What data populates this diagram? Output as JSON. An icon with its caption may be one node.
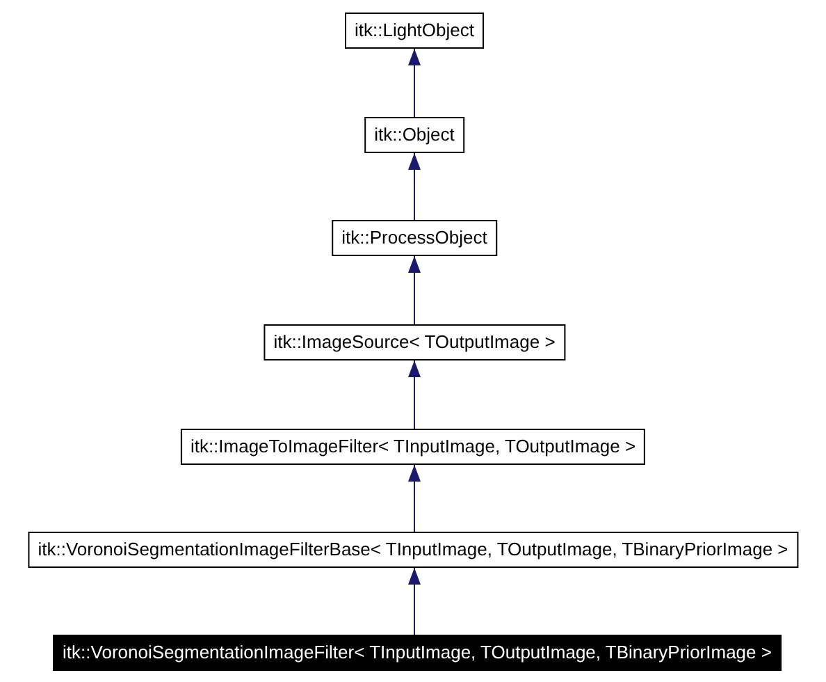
{
  "diagram": {
    "nodes": [
      {
        "text": [
          "itk::LightObject"
        ]
      },
      {
        "text": [
          "itk::Object"
        ]
      },
      {
        "text": [
          "itk::ProcessObject"
        ]
      },
      {
        "text": [
          "itk::ImageSource< TOutputImage >"
        ]
      },
      {
        "text": [
          "itk::ImageToImageFilter< TInputImage, TOutputImage >"
        ]
      },
      {
        "text": [
          "itk::VoronoiSegmentationImageFilterBase< TInputImage, TOutputImage, TBinaryPriorImage >"
        ]
      },
      {
        "text": [
          "itk::VoronoiSegmentationImageFilter< TInputImage, TOutputImage, TBinaryPriorImage >"
        ]
      }
    ],
    "edges": [
      {
        "from": 1,
        "to": 0,
        "arrow": "to"
      },
      {
        "from": 2,
        "to": 1,
        "arrow": "to"
      },
      {
        "from": 3,
        "to": 2,
        "arrow": "to"
      },
      {
        "from": 4,
        "to": 3,
        "arrow": "to"
      },
      {
        "from": 5,
        "to": 4,
        "arrow": "to"
      },
      {
        "from": 6,
        "to": 5,
        "arrow": "to"
      }
    ]
  }
}
